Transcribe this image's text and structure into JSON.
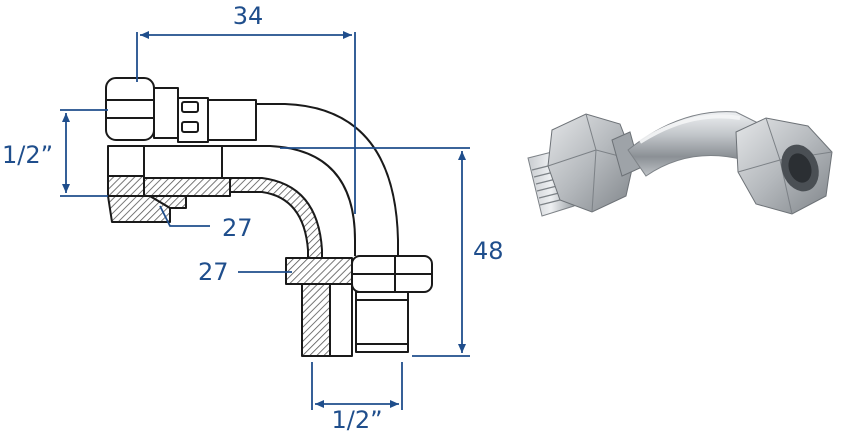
{
  "dimensions": {
    "top_length": "34",
    "height": "48",
    "left_thread": "1/2”",
    "bottom_thread": "1/2”",
    "left_hex": "27",
    "bottom_hex": "27"
  },
  "colors": {
    "dimension": "#1f4e8c",
    "outline": "#1a1a1a",
    "hatch": "#555555",
    "metal_light": "#d9dcdf",
    "metal_mid": "#a7acb1",
    "metal_dark": "#6d7277"
  }
}
